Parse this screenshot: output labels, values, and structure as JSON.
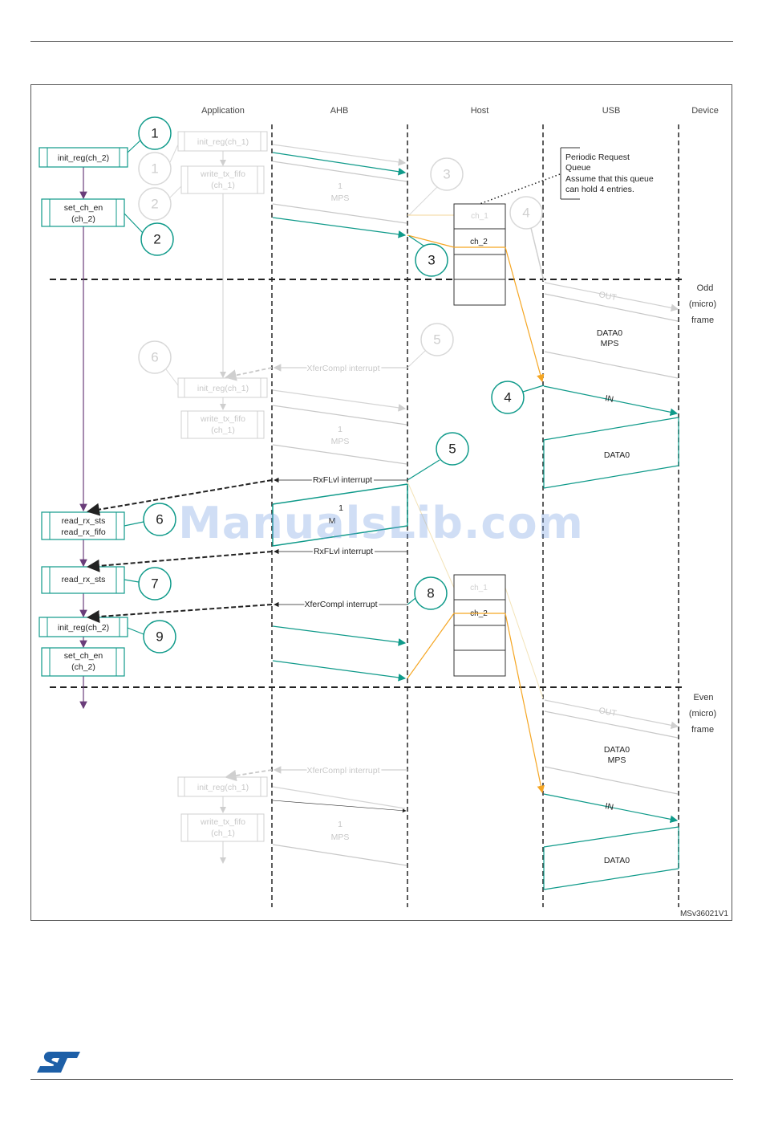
{
  "lanes": {
    "application": "Application",
    "ahb": "AHB",
    "host": "Host",
    "usb": "USB",
    "device": "Device"
  },
  "app_boxes": {
    "init_reg_ch2_top": "init_reg(ch_2)",
    "set_ch_en_top_1": "set_ch_en",
    "set_ch_en_top_2": "(ch_2)",
    "read_rx_sts_1": "read_rx_sts",
    "read_rx_fifo": "read_rx_fifo",
    "read_rx_sts_2": "read_rx_sts",
    "init_reg_ch2_bottom": "init_reg(ch_2)",
    "set_ch_en_bottom_1": "set_ch_en",
    "set_ch_en_bottom_2": "(ch_2)"
  },
  "ghost_boxes": {
    "init_reg_ch1": "init_reg(ch_1)",
    "write_tx_fifo_1": "write_tx_fifo",
    "write_tx_fifo_2": "(ch_1)"
  },
  "steps": {
    "s1": "1",
    "s2": "2",
    "s3": "3",
    "s4": "4",
    "s5": "5",
    "s6": "6",
    "s7": "7",
    "s8": "8",
    "s9": "9"
  },
  "labels": {
    "one": "1",
    "mps": "MPS",
    "one_mps_overlap": "M",
    "rxflvl_interrupt": "RxFLvl interrupt",
    "xfercompl_interrupt": "XferCompl interrupt",
    "out": "OUT",
    "in": "IN",
    "data0": "DATA0",
    "odd": "Odd",
    "even": "Even",
    "micro": "(micro)",
    "frame": "frame"
  },
  "queue": {
    "ch1": "ch_1",
    "ch2": "ch_2"
  },
  "note": {
    "line1": "Periodic Request",
    "line2": "Queue",
    "line3": "Assume that this queue",
    "line4": "can hold 4 entries."
  },
  "figure_id": "MSv36021V1",
  "watermark": "ManualsLib.com",
  "colors": {
    "teal": "#0f9a8a",
    "purple": "#6a3d7a",
    "orange": "#f5a623",
    "ghost": "#cfcfcf",
    "dark": "#222222"
  }
}
